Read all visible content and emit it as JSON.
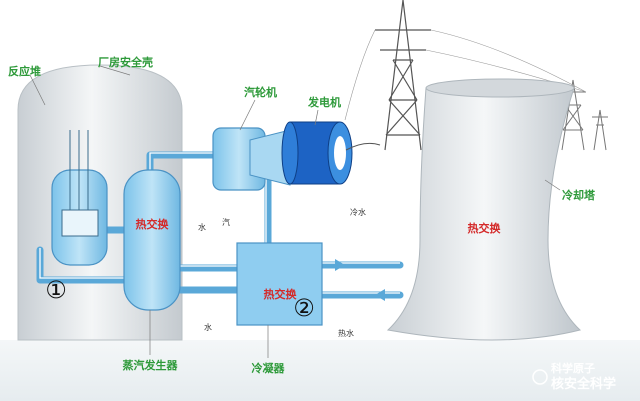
{
  "labels": {
    "reactor": "反应堆",
    "containment": "厂房安全壳",
    "turbine": "汽轮机",
    "generator": "发电机",
    "cooling_tower": "冷却塔",
    "condenser": "冷凝器",
    "steam_generator": "蒸汽发生器",
    "hx_steam_generator": "热交换",
    "hx_condenser": "热交换",
    "hx_tower": "热交换"
  },
  "flow_labels": {
    "steam": "汽",
    "water_left": "水",
    "water_left2": "水",
    "cold_water": "冷水",
    "hot_water": "热水"
  },
  "loop_numbers": {
    "primary": "①",
    "secondary": "②"
  },
  "watermark": {
    "text": "科学原子",
    "text2": "核安全科学"
  },
  "colors": {
    "label_green": "#2e9a3a",
    "label_red": "#d42a2a",
    "pipe_blue": "#5aa8d8",
    "equipment_blue": "#8fcdf0",
    "building_gray": "#dfe3e6"
  }
}
